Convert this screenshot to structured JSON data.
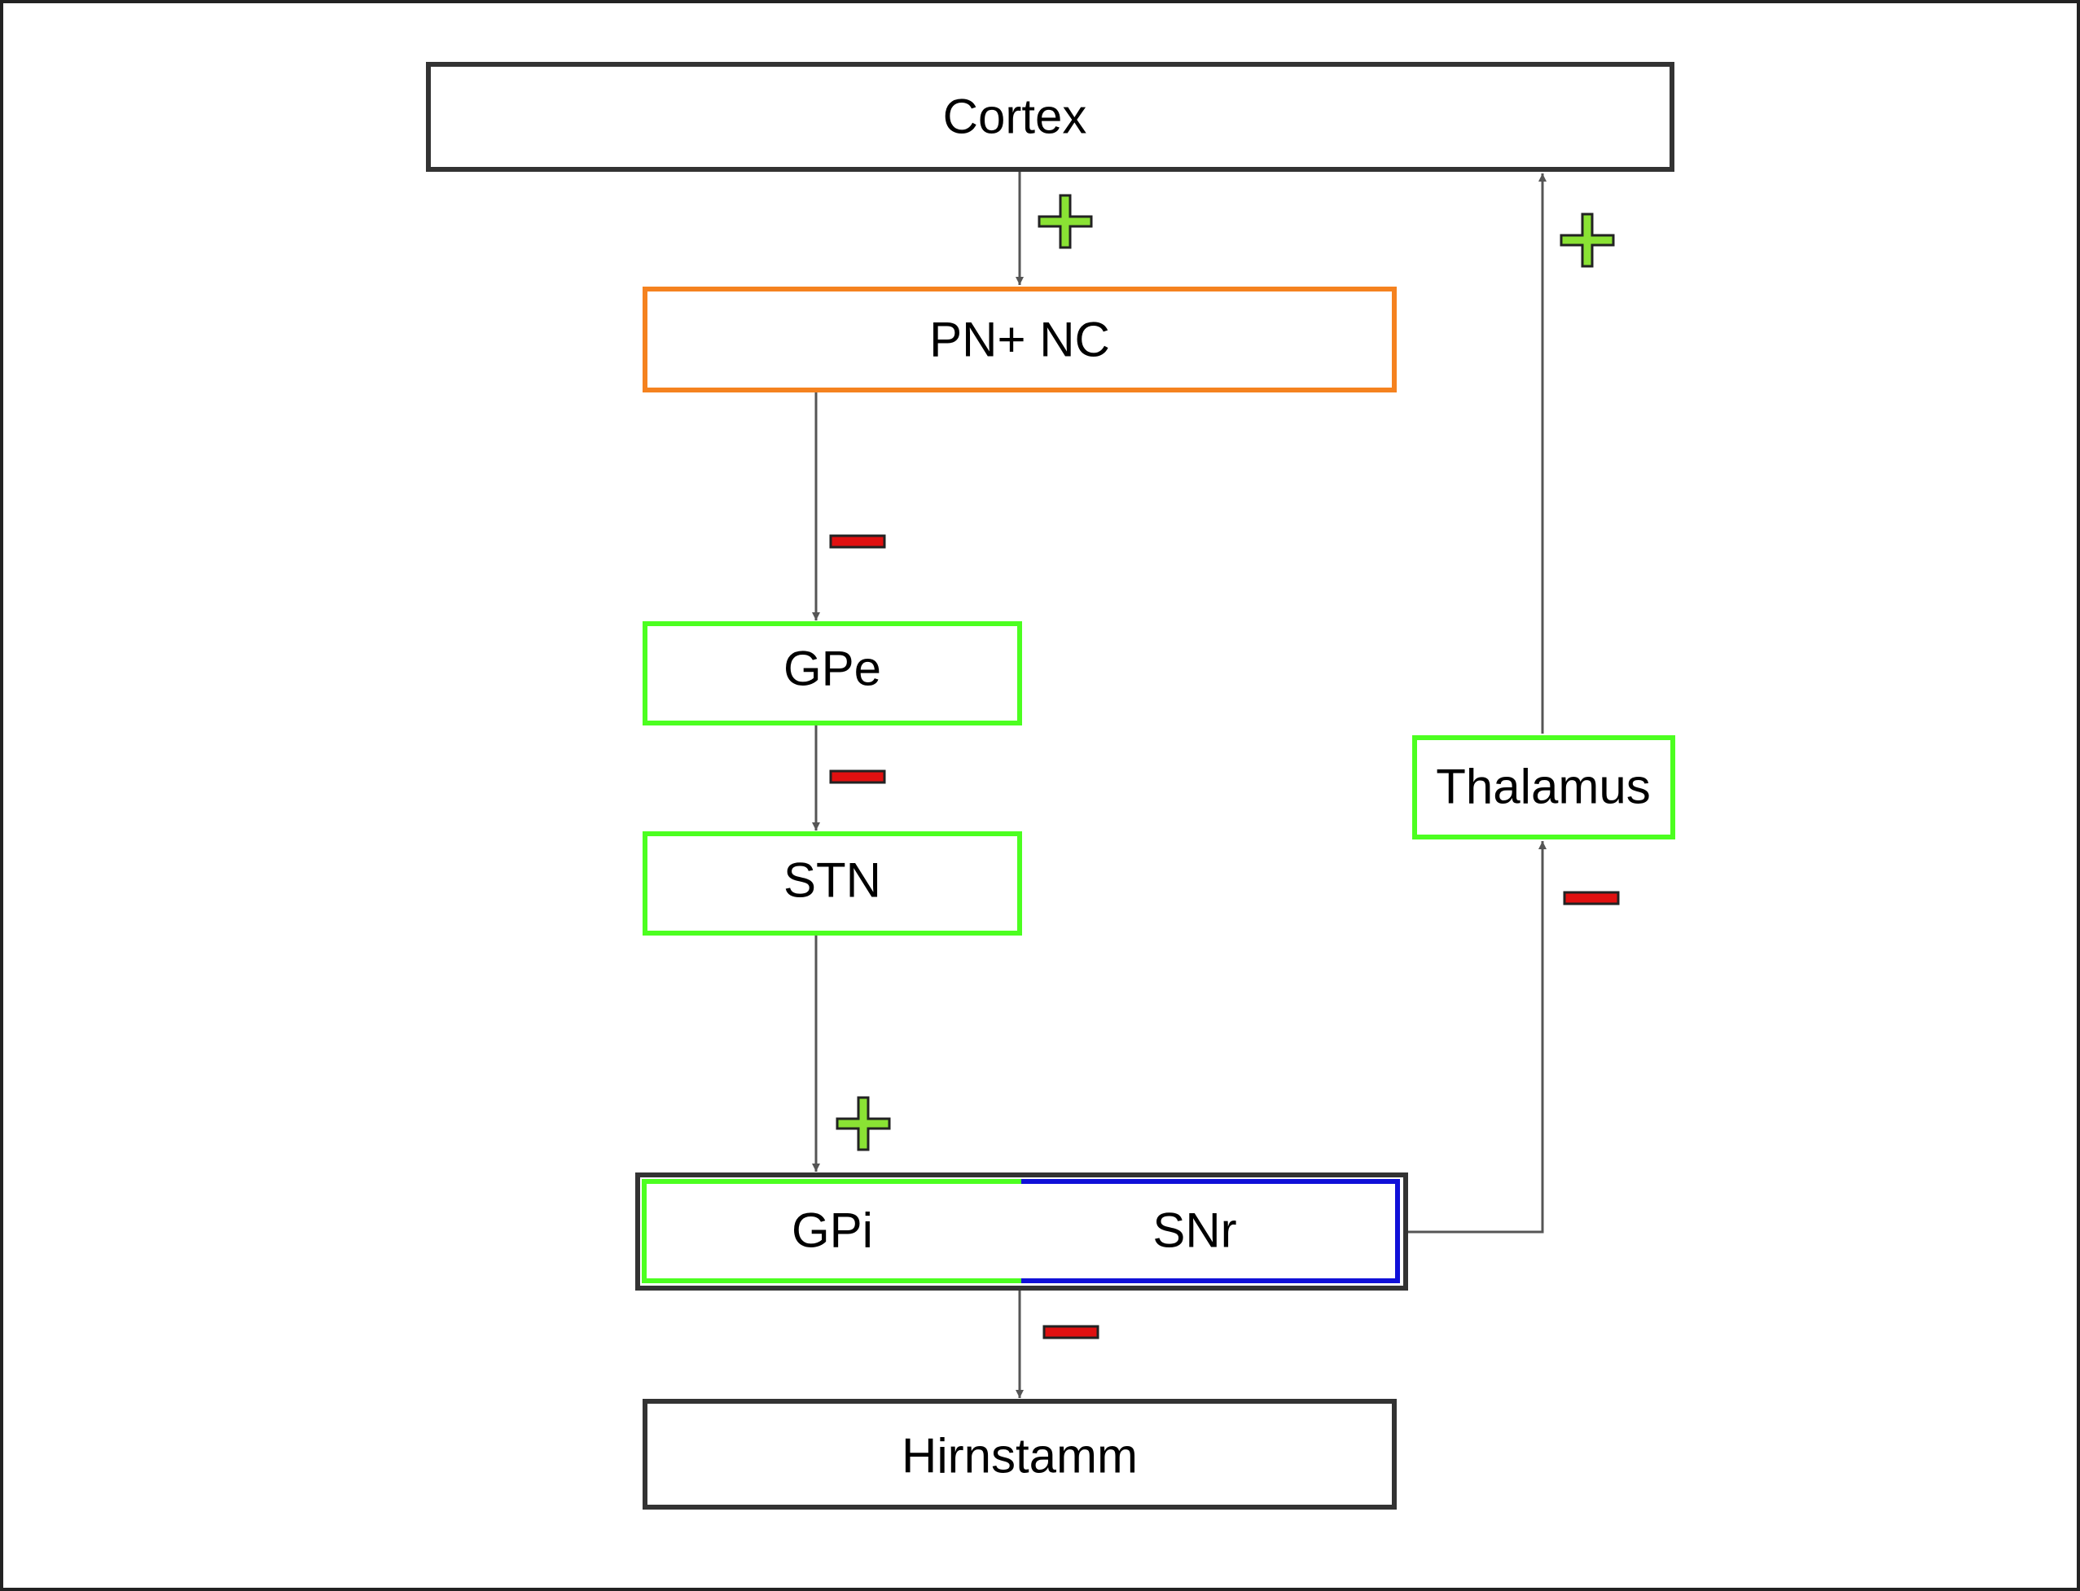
{
  "nodes": {
    "cortex": {
      "label": "Cortex",
      "border_color": "#333333"
    },
    "pn_nc": {
      "label": "PN+ NC",
      "border_color": "#F5821F"
    },
    "gpe": {
      "label": "GPe",
      "border_color": "#4CFF20"
    },
    "stn": {
      "label": "STN",
      "border_color": "#4CFF20"
    },
    "gpi": {
      "label": "GPi",
      "border_color": "#4CFF20"
    },
    "snr": {
      "label": "SNr",
      "border_color": "#1010D8"
    },
    "thalamus": {
      "label": "Thalamus",
      "border_color": "#4CFF20"
    },
    "hirnstamm": {
      "label": "Hirnstamm",
      "border_color": "#333333"
    }
  },
  "connections": [
    {
      "from": "Cortex",
      "to": "PN+ NC",
      "sign": "+"
    },
    {
      "from": "PN+ NC",
      "to": "GPe",
      "sign": "-"
    },
    {
      "from": "GPe",
      "to": "STN",
      "sign": "-"
    },
    {
      "from": "STN",
      "to": "GPi",
      "sign": "+"
    },
    {
      "from": "GPi/SNr",
      "to": "Hirnstamm",
      "sign": "-"
    },
    {
      "from": "GPi/SNr",
      "to": "Thalamus",
      "sign": "-"
    },
    {
      "from": "Thalamus",
      "to": "Cortex",
      "sign": "+"
    }
  ],
  "colors": {
    "plus_fill": "#8AE234",
    "minus_fill": "#E01010",
    "arrow": "#555555",
    "frame": "#222222"
  }
}
